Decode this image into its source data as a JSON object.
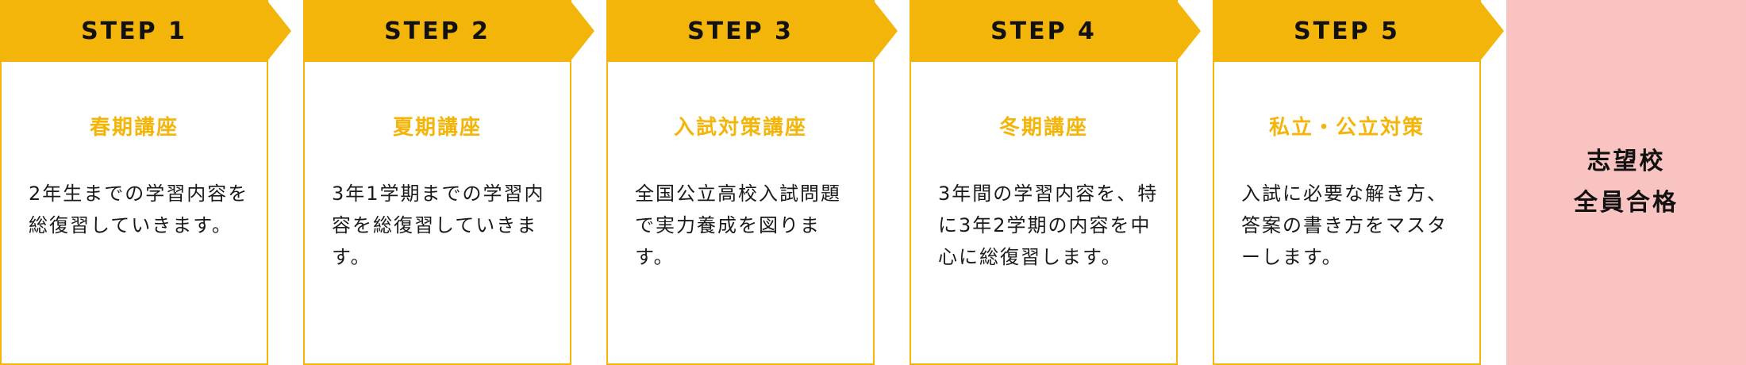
{
  "colors": {
    "accent": "#f4b50a",
    "goal_background": "#f8c3c1",
    "text": "#1a1a1a"
  },
  "steps": [
    {
      "label": "STEP 1",
      "course": "春期講座",
      "description": "2年生までの学習内容を総復習していきます。"
    },
    {
      "label": "STEP 2",
      "course": "夏期講座",
      "description": "3年1学期までの学習内容を総復習していきます。"
    },
    {
      "label": "STEP 3",
      "course": "入試対策講座",
      "description": "全国公立高校入試問題で実力養成を図ります。"
    },
    {
      "label": "STEP 4",
      "course": "冬期講座",
      "description": "3年間の学習内容を、特に3年2学期の内容を中心に総復習します。"
    },
    {
      "label": "STEP 5",
      "course": "私立・公立対策",
      "description": "入試に必要な解き方、答案の書き方をマスターします。"
    }
  ],
  "goal": {
    "line1": "志望校",
    "line2": "全員合格"
  }
}
